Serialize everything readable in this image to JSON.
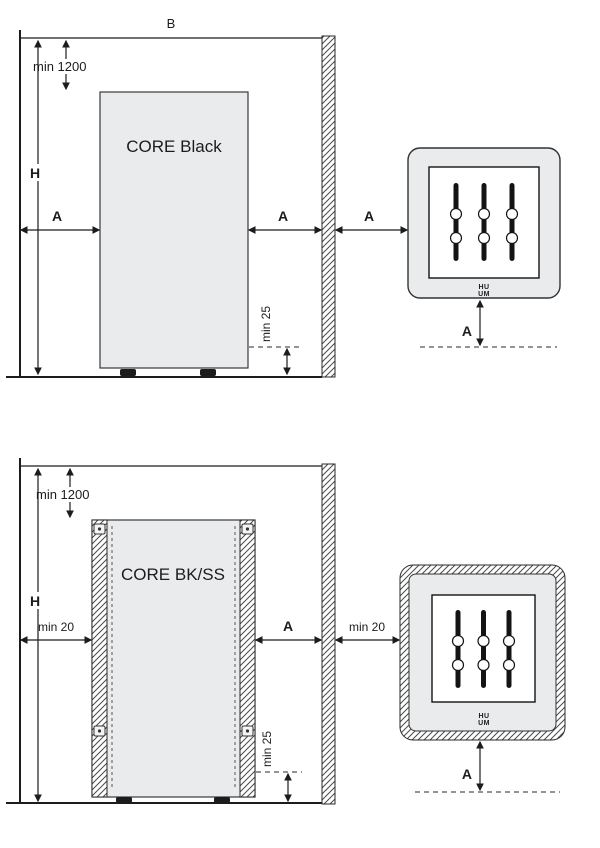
{
  "colors": {
    "red": "#a8322d",
    "blue": "#2f81a8",
    "ink": "#1c1c1c"
  },
  "panels": [
    {
      "product": "CORE Black",
      "min_top": "min 1200",
      "height_label": "H",
      "width_label": "B",
      "clearance_left": "A",
      "clearance_right": "A",
      "clearance_wall": "A",
      "clearance_bottom": "min 25",
      "clearance_front": "A",
      "logo_top": "HU",
      "logo_bottom": "UM"
    },
    {
      "product": "CORE BK/SS",
      "min_top": "min 1200",
      "height_label": "H",
      "clearance_left": "min 20",
      "clearance_right": "A",
      "clearance_wall": "min 20",
      "clearance_bottom": "min 25",
      "clearance_front": "A",
      "logo_top": "HU",
      "logo_bottom": "UM"
    }
  ]
}
